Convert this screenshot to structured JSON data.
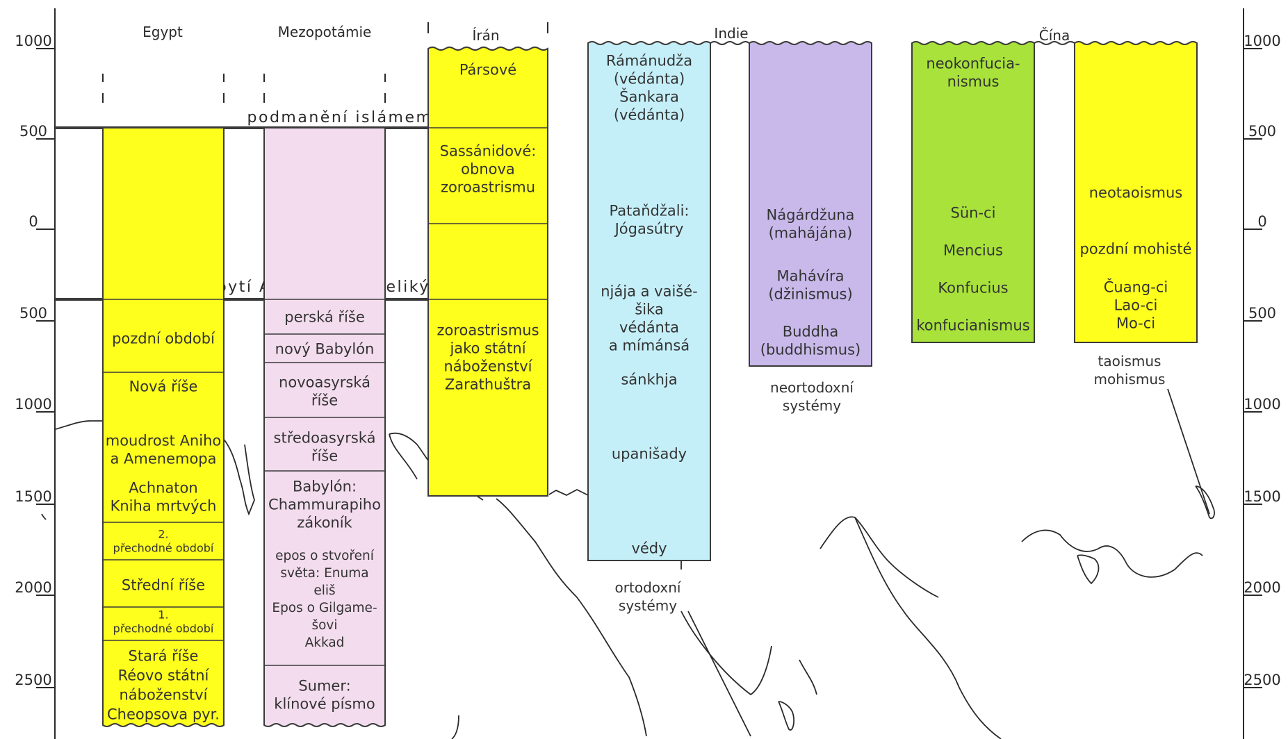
{
  "headers": {
    "egypt": "Egypt",
    "mezopotamie": "Mezopotámie",
    "iran": "Írán",
    "indie": "Indie",
    "cina": "Čína"
  },
  "band_islam": "podmanění islámem",
  "band_alexander": "dobytí Alexandrem Velikým",
  "y_left": [
    "1000",
    "500",
    "0",
    "500",
    "1000",
    "1500",
    "2000",
    "2500"
  ],
  "y_right": [
    "1000",
    "500",
    "0",
    "500",
    "1000",
    "1500",
    "2000",
    "2500"
  ],
  "egypt": [
    {
      "lines": [
        "pozdní období"
      ]
    },
    {
      "lines": [
        "Nová říše"
      ]
    },
    {
      "lines": [
        "moudrost Aniho",
        "a Amenemopa"
      ]
    },
    {
      "lines": [
        "Achnaton",
        "Kniha mrtvých"
      ]
    },
    {
      "lines": [
        "2.",
        "přechodné období"
      ]
    },
    {
      "lines": [
        "Střední říše"
      ]
    },
    {
      "lines": [
        "1.",
        "přechodné období"
      ]
    },
    {
      "lines": [
        "Stará říše",
        "Réovo státní",
        "náboženství",
        "Cheopsova pyr."
      ]
    }
  ],
  "mezo": [
    {
      "lines": [
        "perská říše"
      ]
    },
    {
      "lines": [
        "nový Babylón"
      ]
    },
    {
      "lines": [
        "novoasyrská",
        "říše"
      ]
    },
    {
      "lines": [
        "středoasyrská",
        "říše"
      ]
    },
    {
      "lines": [
        "Babylón:",
        "Chammurapiho",
        "zákoník"
      ]
    },
    {
      "lines": [
        "epos o stvoření",
        "světa: Enuma",
        "eliš",
        "Epos o Gilgame-",
        "šovi",
        "Akkad"
      ]
    },
    {
      "lines": [
        "Sumer:",
        "klínové písmo"
      ]
    }
  ],
  "iran": [
    {
      "lines": [
        "Pársové"
      ]
    },
    {
      "lines": [
        "Sassánidové:",
        "obnova",
        "zoroastrismu"
      ]
    },
    {
      "lines": [
        "zoroastrismus",
        "jako státní",
        "náboženství",
        "Zarathuštra"
      ]
    }
  ],
  "indie_orthodox": [
    {
      "lines": [
        "Rámánudža",
        "(védánta)",
        "Šankara",
        "(védánta)"
      ]
    },
    {
      "lines": [
        "Pataňdžali:",
        "Jógasútry"
      ]
    },
    {
      "lines": [
        "njája a vaišé-",
        "šika",
        "védánta",
        "a mímánsá"
      ]
    },
    {
      "lines": [
        "sánkhja"
      ]
    },
    {
      "lines": [
        "upanišady"
      ]
    },
    {
      "lines": [
        "védy"
      ]
    }
  ],
  "indie_heterodox": [
    {
      "lines": [
        "Nágárdžuna",
        "(mahájána)"
      ]
    },
    {
      "lines": [
        "Mahávíra",
        "(džinismus)"
      ]
    },
    {
      "lines": [
        "Buddha",
        "(buddhismus)"
      ]
    }
  ],
  "cina_confucian": [
    {
      "lines": [
        "neokonfucia-",
        "nismus"
      ]
    },
    {
      "lines": [
        "Sün-ci"
      ]
    },
    {
      "lines": [
        "Mencius"
      ]
    },
    {
      "lines": [
        "Konfucius"
      ]
    },
    {
      "lines": [
        "konfucianismus"
      ]
    }
  ],
  "cina_taoist": [
    {
      "lines": [
        "neotaoismus"
      ]
    },
    {
      "lines": [
        "pozdní mohisté"
      ]
    },
    {
      "lines": [
        "Čuang-ci",
        "Lao-ci",
        "Mo-ci"
      ]
    }
  ],
  "below_labels": {
    "ortodoxni": [
      "ortodoxní",
      "systémy"
    ],
    "neortodoxni": [
      "neortodoxní",
      "systémy"
    ],
    "taoismus": [
      "taoismus",
      "mohismus"
    ]
  },
  "colors": {
    "yellow": "#ffff1e",
    "pink": "#f3dcee",
    "cyan": "#c5eff8",
    "lavender": "#c8b9ea",
    "green": "#a8e23a",
    "line": "#3a3a3a",
    "map": "#2a2a2a"
  }
}
